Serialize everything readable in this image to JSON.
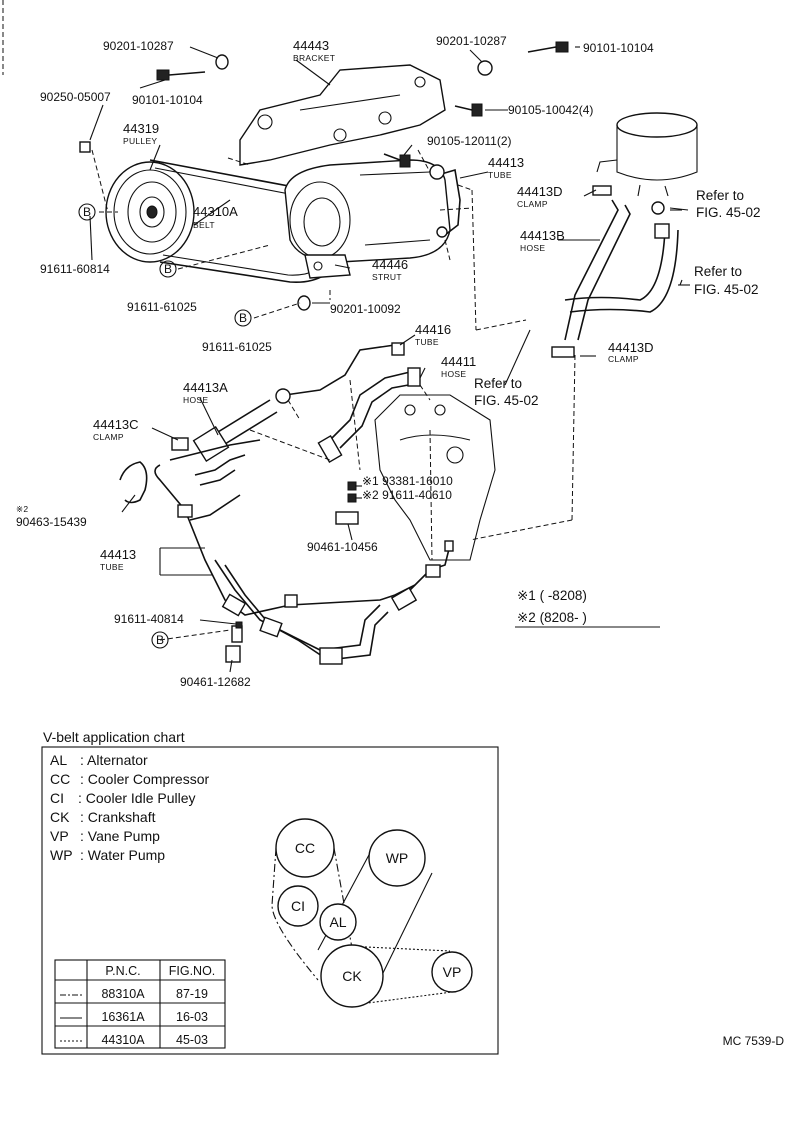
{
  "parts": {
    "p90201_10287_a": "90201-10287",
    "p44443": "44443",
    "p44443_sub": "BRACKET",
    "p90201_10287_b": "90201-10287",
    "p90101_10104_a": "90101-10104",
    "p90101_10104_b": "90101-10104",
    "p90250_05007": "90250-05007",
    "p44319": "44319",
    "p44319_sub": "PULLEY",
    "p90105_10042": "90105-10042(4)",
    "p90105_12011": "90105-12011(2)",
    "p44413_tube_top": "44413",
    "p44413_tube_top_sub": "TUBE",
    "p44413D_a": "44413D",
    "p44413D_a_sub": "CLAMP",
    "p44310A": "44310A",
    "p44310A_sub": "BELT",
    "p44413B": "44413B",
    "p44413B_sub": "HOSE",
    "p91611_60814": "91611-60814",
    "p44446": "44446",
    "p44446_sub": "STRUT",
    "p91611_61025_a": "91611-61025",
    "p90201_10092": "90201-10092",
    "p91611_61025_b": "91611-61025",
    "p44416": "44416",
    "p44416_sub": "TUBE",
    "p44413D_b": "44413D",
    "p44413D_b_sub": "CLAMP",
    "p44411": "44411",
    "p44411_sub": "HOSE",
    "p44413A": "44413A",
    "p44413A_sub": "HOSE",
    "p44413C": "44413C",
    "p44413C_sub": "CLAMP",
    "p93381_16010": "※1 93381-16010",
    "p91611_40610": "※2 91611-40610",
    "p90463_15439_mark": "※2",
    "p90463_15439": "90463-15439",
    "p90461_10456": "90461-10456",
    "p44413_tube_low": "44413",
    "p44413_tube_low_sub": "TUBE",
    "p91611_40814": "91611-40814",
    "p90461_12682": "90461-12682",
    "b": "B"
  },
  "refs": {
    "r1a": "Refer to",
    "r1b": "FIG. 45-02",
    "r2a": "Refer to",
    "r2b": "FIG. 45-02",
    "r3a": "Refer to",
    "r3b": "FIG. 45-02"
  },
  "notes": {
    "n1": "※1 (      -8208)",
    "n2": "※2 (8208-       )"
  },
  "chart": {
    "title": "V-belt application chart",
    "legend": [
      {
        "code": "AL",
        "desc": ": Alternator"
      },
      {
        "code": "CC",
        "desc": ": Cooler Compressor"
      },
      {
        "code": "CI",
        "desc": ": Cooler Idle Pulley"
      },
      {
        "code": "CK",
        "desc": ": Crankshaft"
      },
      {
        "code": "VP",
        "desc": ": Vane Pump"
      },
      {
        "code": "WP",
        "desc": ": Water Pump"
      }
    ],
    "pulleys": {
      "cc": "CC",
      "wp": "WP",
      "ci": "CI",
      "al": "AL",
      "ck": "CK",
      "vp": "VP"
    },
    "table": {
      "headers": [
        "P.N.C.",
        "FIG.NO."
      ],
      "rows": [
        {
          "pnc": "88310A",
          "fig": "87-19"
        },
        {
          "pnc": "16361A",
          "fig": "16-03"
        },
        {
          "pnc": "44310A",
          "fig": "45-03"
        }
      ]
    }
  },
  "footer": {
    "code": "MC 7539-D"
  }
}
